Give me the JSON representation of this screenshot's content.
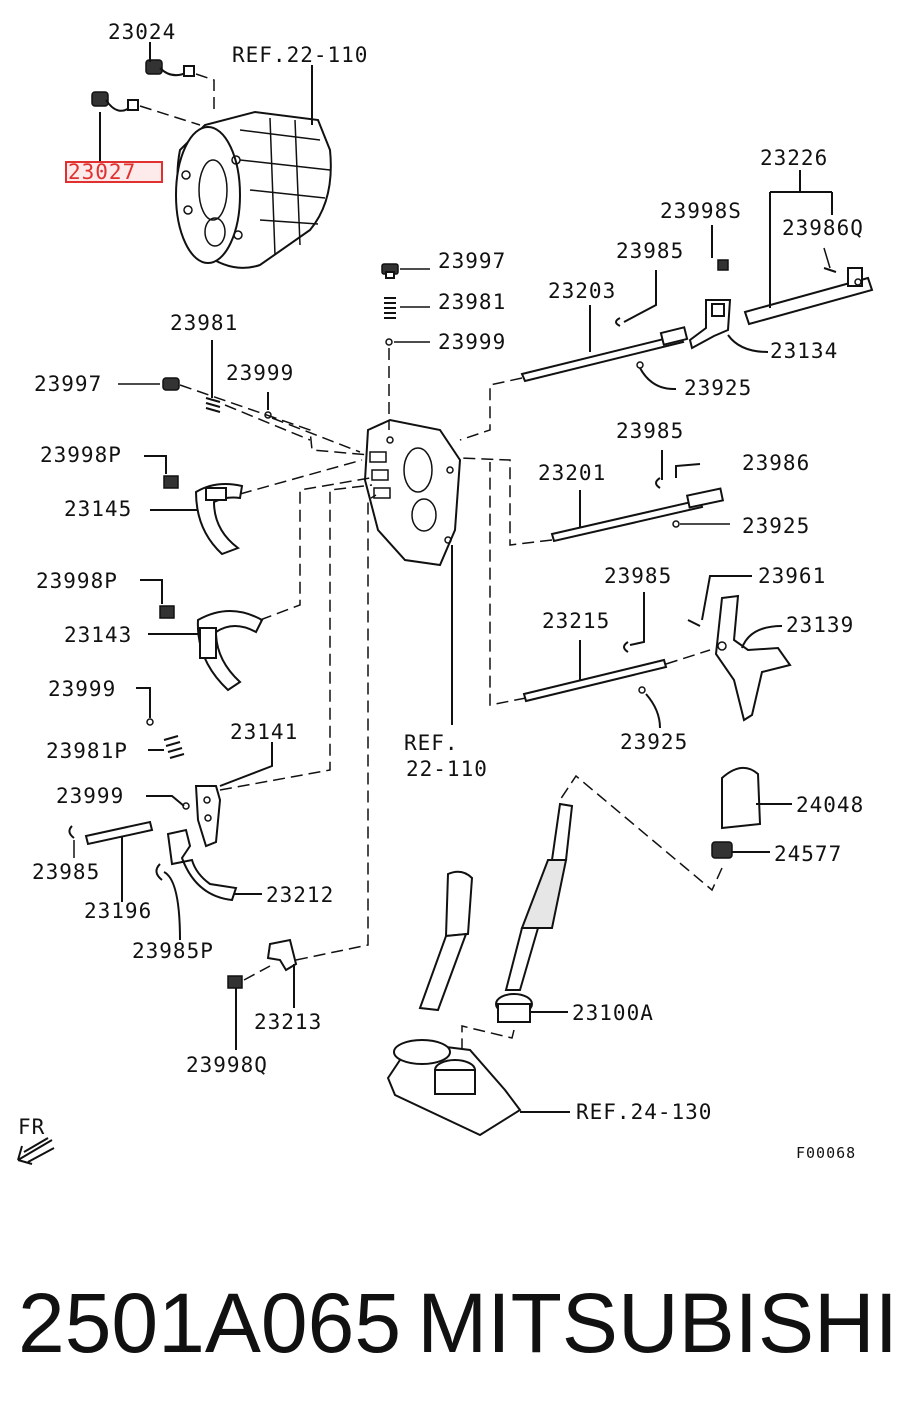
{
  "labels": {
    "p23024": "23024",
    "ref22_110_top": "REF.22-110",
    "p23027": "23027",
    "p23226": "23226",
    "p23998S": "23998S",
    "p23986Q": "23986Q",
    "p23985_a": "23985",
    "p23997_top": "23997",
    "p23981_top": "23981",
    "p23999_top": "23999",
    "p23203": "23203",
    "p23134": "23134",
    "p23925_a": "23925",
    "p23981_left": "23981",
    "p23997_left": "23997",
    "p23999_left": "23999",
    "p23998P_a": "23998P",
    "p23985_b": "23985",
    "p23986": "23986",
    "p23201": "23201",
    "p23145": "23145",
    "p23925_b": "23925",
    "p23998P_b": "23998P",
    "p23985_c": "23985",
    "p23961": "23961",
    "p23215": "23215",
    "p23139": "23139",
    "p23143": "23143",
    "p23999_c": "23999",
    "p23981P": "23981P",
    "p23141": "23141",
    "ref22_mid_1": "REF.",
    "ref22_mid_2": "22-110",
    "p23925_c": "23925",
    "p24048": "24048",
    "p23999_d": "23999",
    "p24577": "24577",
    "p23985_d": "23985",
    "p23196": "23196",
    "p23212": "23212",
    "p23985P": "23985P",
    "p23100A": "23100A",
    "p23213": "23213",
    "p23998Q": "23998Q",
    "ref24_130": "REF.24-130",
    "fr": "FR",
    "figure_code": "F00068"
  },
  "footer": {
    "part_number": "2501A065",
    "brand": "MITSUBISHI"
  },
  "highlight_color": "#e03030"
}
